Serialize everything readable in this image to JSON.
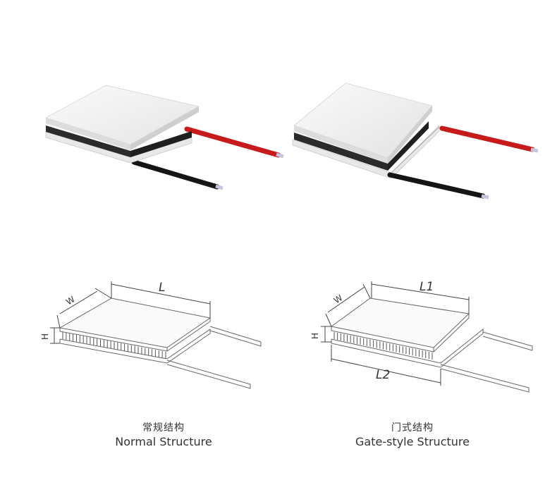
{
  "figures": [
    {
      "id": "normal",
      "caption_zh": "常规结构",
      "caption_en": "Normal Structure",
      "dimension_labels": {
        "length": "L",
        "width": "W",
        "height": "H"
      }
    },
    {
      "id": "gate",
      "caption_zh": "门式结构",
      "caption_en": "Gate-style Structure",
      "dimension_labels": {
        "length_top": "L1",
        "length_bottom": "L2",
        "width": "W",
        "height": "H"
      }
    }
  ],
  "colors": {
    "red_wire": "#d81e1e",
    "black_wire": "#1a1a1a",
    "ceramic": "#f1f1f1",
    "pellets": "#2a2a2a",
    "line": "#666666"
  }
}
